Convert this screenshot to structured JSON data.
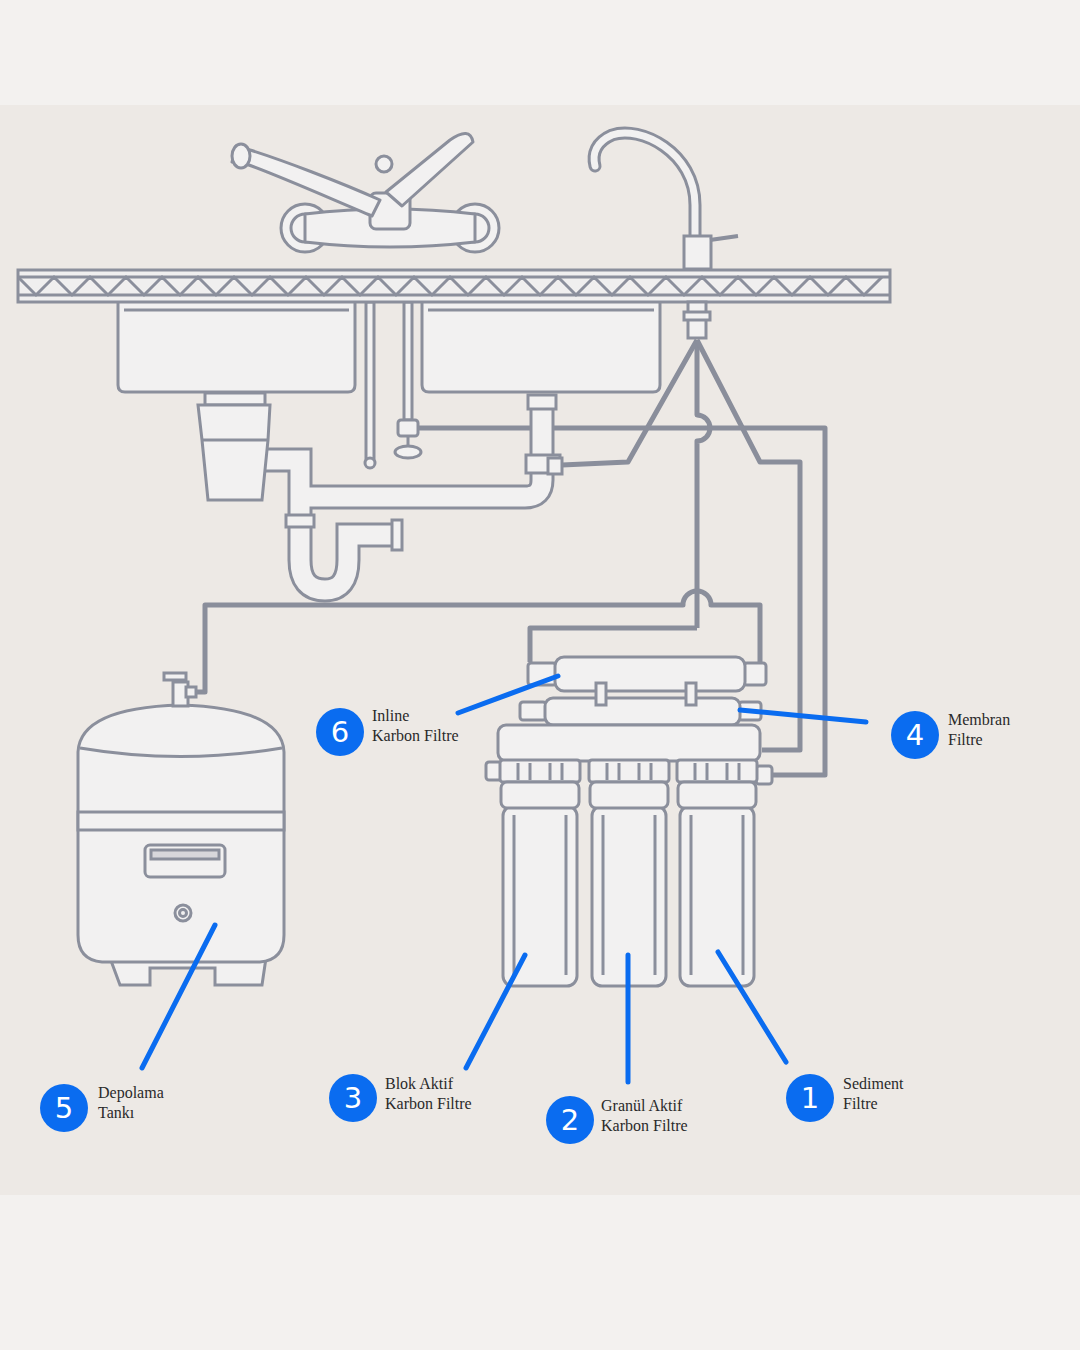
{
  "diagram": {
    "nodes": [
      {
        "text": [
          "6",
          "Inline Karbon Filtre"
        ]
      },
      {
        "text": [
          "4",
          "Membran Filtre"
        ]
      },
      {
        "text": [
          "5",
          "Depolama Tankı"
        ]
      },
      {
        "text": [
          "3",
          "Blok Aktif Karbon Filtre"
        ]
      },
      {
        "text": [
          "2",
          "Granül Aktif Karbon Filtre"
        ]
      },
      {
        "text": [
          "1",
          "Sediment Filtre"
        ]
      }
    ]
  }
}
